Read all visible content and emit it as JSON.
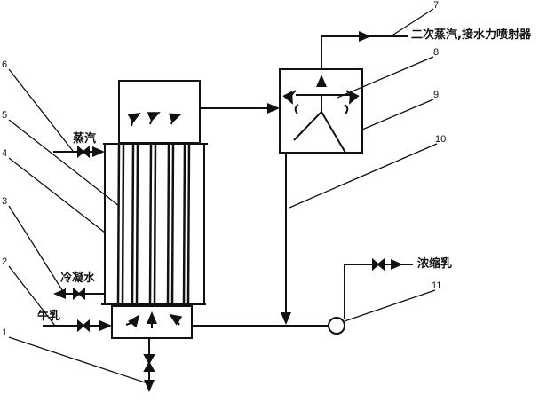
{
  "labels": {
    "steam": "蒸汽",
    "condensate": "冷凝水",
    "milk": "牛乳",
    "secondary_steam": "二次蒸汽,接水力喷射器",
    "concentrated_milk": "浓缩乳"
  },
  "numbers": [
    "1",
    "2",
    "3",
    "4",
    "5",
    "6",
    "7",
    "8",
    "9",
    "10",
    "11"
  ],
  "colors": {
    "ink": "#111111",
    "background": "#ffffff"
  }
}
